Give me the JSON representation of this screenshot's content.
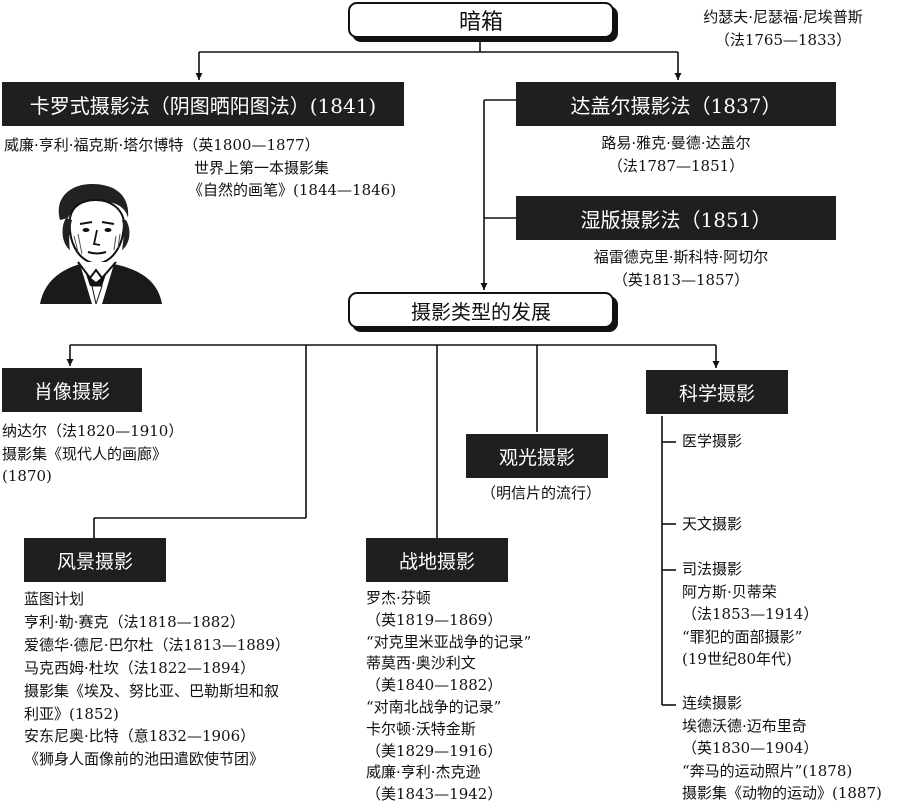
{
  "colors": {
    "box_fill": "#1f1f1f",
    "box_text": "#ffffff",
    "line": "#111111"
  },
  "top": {
    "title": "暗箱",
    "inventor": [
      "约瑟夫·尼瑟福·尼埃普斯",
      "（法1765—1833）"
    ]
  },
  "calotype": {
    "title": "卡罗式摄影法（阴图晒阳图法）(1841)",
    "notes": [
      "威廉·亨利·福克斯·塔尔博特（英1800—1877）",
      "世界上第一本摄影集",
      "《自然的画笔》(1844—1846)"
    ],
    "portrait_icon": "portrait-engraving"
  },
  "daguerre": {
    "title": "达盖尔摄影法（1837）",
    "notes": [
      "路易·雅克·曼德·达盖尔",
      "（法1787—1851）"
    ]
  },
  "wetplate": {
    "title": "湿版摄影法（1851）",
    "notes": [
      "福雷德克里·斯科特·阿切尔",
      "（英1813—1857）"
    ]
  },
  "center": {
    "title": "摄影类型的发展"
  },
  "portrait": {
    "title": "肖像摄影",
    "notes": [
      "纳达尔（法1820—1910）",
      "摄影集《现代人的画廊》",
      "(1870)"
    ]
  },
  "landscape": {
    "title": "风景摄影",
    "notes": [
      "蓝图计划",
      "亨利·勒·赛克（法1818—1882）",
      "爱德华·德尼·巴尔杜（法1813—1889）",
      "马克西姆·杜坎（法1822—1894）",
      "摄影集《埃及、努比亚、巴勒斯坦和叙",
      "利亚》(1852)",
      "安东尼奥·比特（意1832—1906）",
      "《狮身人面像前的池田遣欧使节团》"
    ]
  },
  "war": {
    "title": "战地摄影",
    "notes": [
      "罗杰·芬顿",
      "（英1819—1869）",
      "“对克里米亚战争的记录”",
      "蒂莫西·奥沙利文",
      "（美1840—1882）",
      "“对南北战争的记录”",
      "卡尔顿·沃特金斯",
      "（美1829—1916）",
      "威廉·亨利·杰克逊",
      "（美1843—1942）"
    ]
  },
  "tourism": {
    "title": "观光摄影",
    "notes": [
      "（明信片的流行）"
    ]
  },
  "science": {
    "title": "科学摄影",
    "medical": "医学摄影",
    "astronomy": "天文摄影",
    "forensic": {
      "title": "司法摄影",
      "notes": [
        "阿方斯·贝蒂荣",
        "（法1853—1914）",
        "“罪犯的面部摄影”",
        "(19世纪80年代)"
      ]
    },
    "sequential": {
      "title": "连续摄影",
      "notes": [
        "埃德沃德·迈布里奇",
        "（英1830—1904）",
        "“奔马的运动照片”(1878)",
        "摄影集《动物的运动》(1887)"
      ]
    }
  }
}
